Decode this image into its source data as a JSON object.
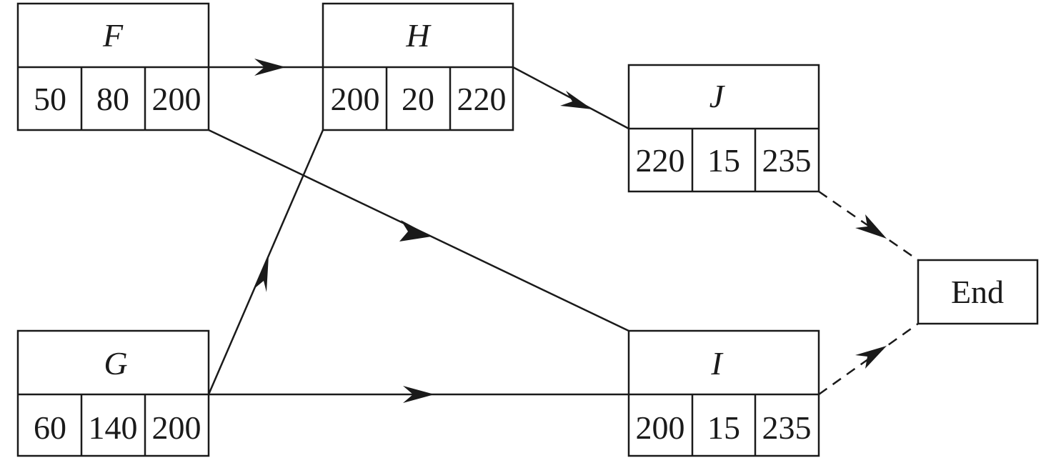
{
  "nodes": {
    "F": {
      "name": "F",
      "values": [
        "50",
        "80",
        "200"
      ]
    },
    "H": {
      "name": "H",
      "values": [
        "200",
        "20",
        "220"
      ]
    },
    "J": {
      "name": "J",
      "values": [
        "220",
        "15",
        "235"
      ]
    },
    "G": {
      "name": "G",
      "values": [
        "60",
        "140",
        "200"
      ]
    },
    "I": {
      "name": "I",
      "values": [
        "200",
        "15",
        "235"
      ]
    },
    "End": {
      "label": "End"
    }
  },
  "edges": [
    {
      "from": "F",
      "to": "H",
      "style": "solid"
    },
    {
      "from": "F",
      "to": "I",
      "style": "solid"
    },
    {
      "from": "G",
      "to": "H",
      "style": "solid"
    },
    {
      "from": "G",
      "to": "I",
      "style": "solid"
    },
    {
      "from": "H",
      "to": "J",
      "style": "solid"
    },
    {
      "from": "J",
      "to": "End",
      "style": "dashed"
    },
    {
      "from": "I",
      "to": "End",
      "style": "dashed"
    }
  ]
}
